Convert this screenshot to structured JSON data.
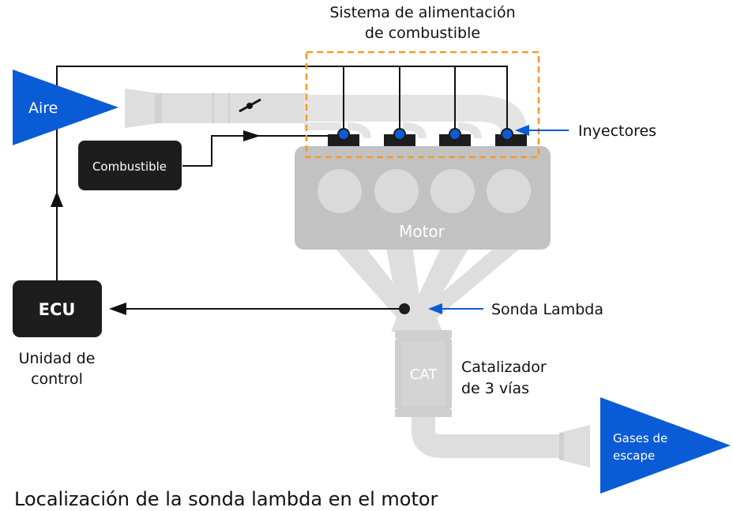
{
  "diagram": {
    "fuel_system_title_line1": "Sistema de alimentación",
    "fuel_system_title_line2": "de combustible",
    "air": "Aire",
    "fuel": "Combustible",
    "injectors": "Inyectores",
    "engine": "Motor",
    "lambda_sensor": "Sonda Lambda",
    "ecu": "ECU",
    "control_unit_line1": "Unidad de",
    "control_unit_line2": "control",
    "cat": "CAT",
    "catalyst_line1": "Catalizador",
    "catalyst_line2": "de 3 vías",
    "exhaust_line1": "Gases de",
    "exhaust_line2": "escape",
    "caption": "Localización de la sonda lambda en el motor"
  },
  "colors": {
    "blue": "#0a5bd6",
    "dark": "#1d1d1d",
    "grey": "#c2c2c2",
    "pipe": "#dedede",
    "orange": "#f39a2b",
    "circle": "#dadada"
  }
}
